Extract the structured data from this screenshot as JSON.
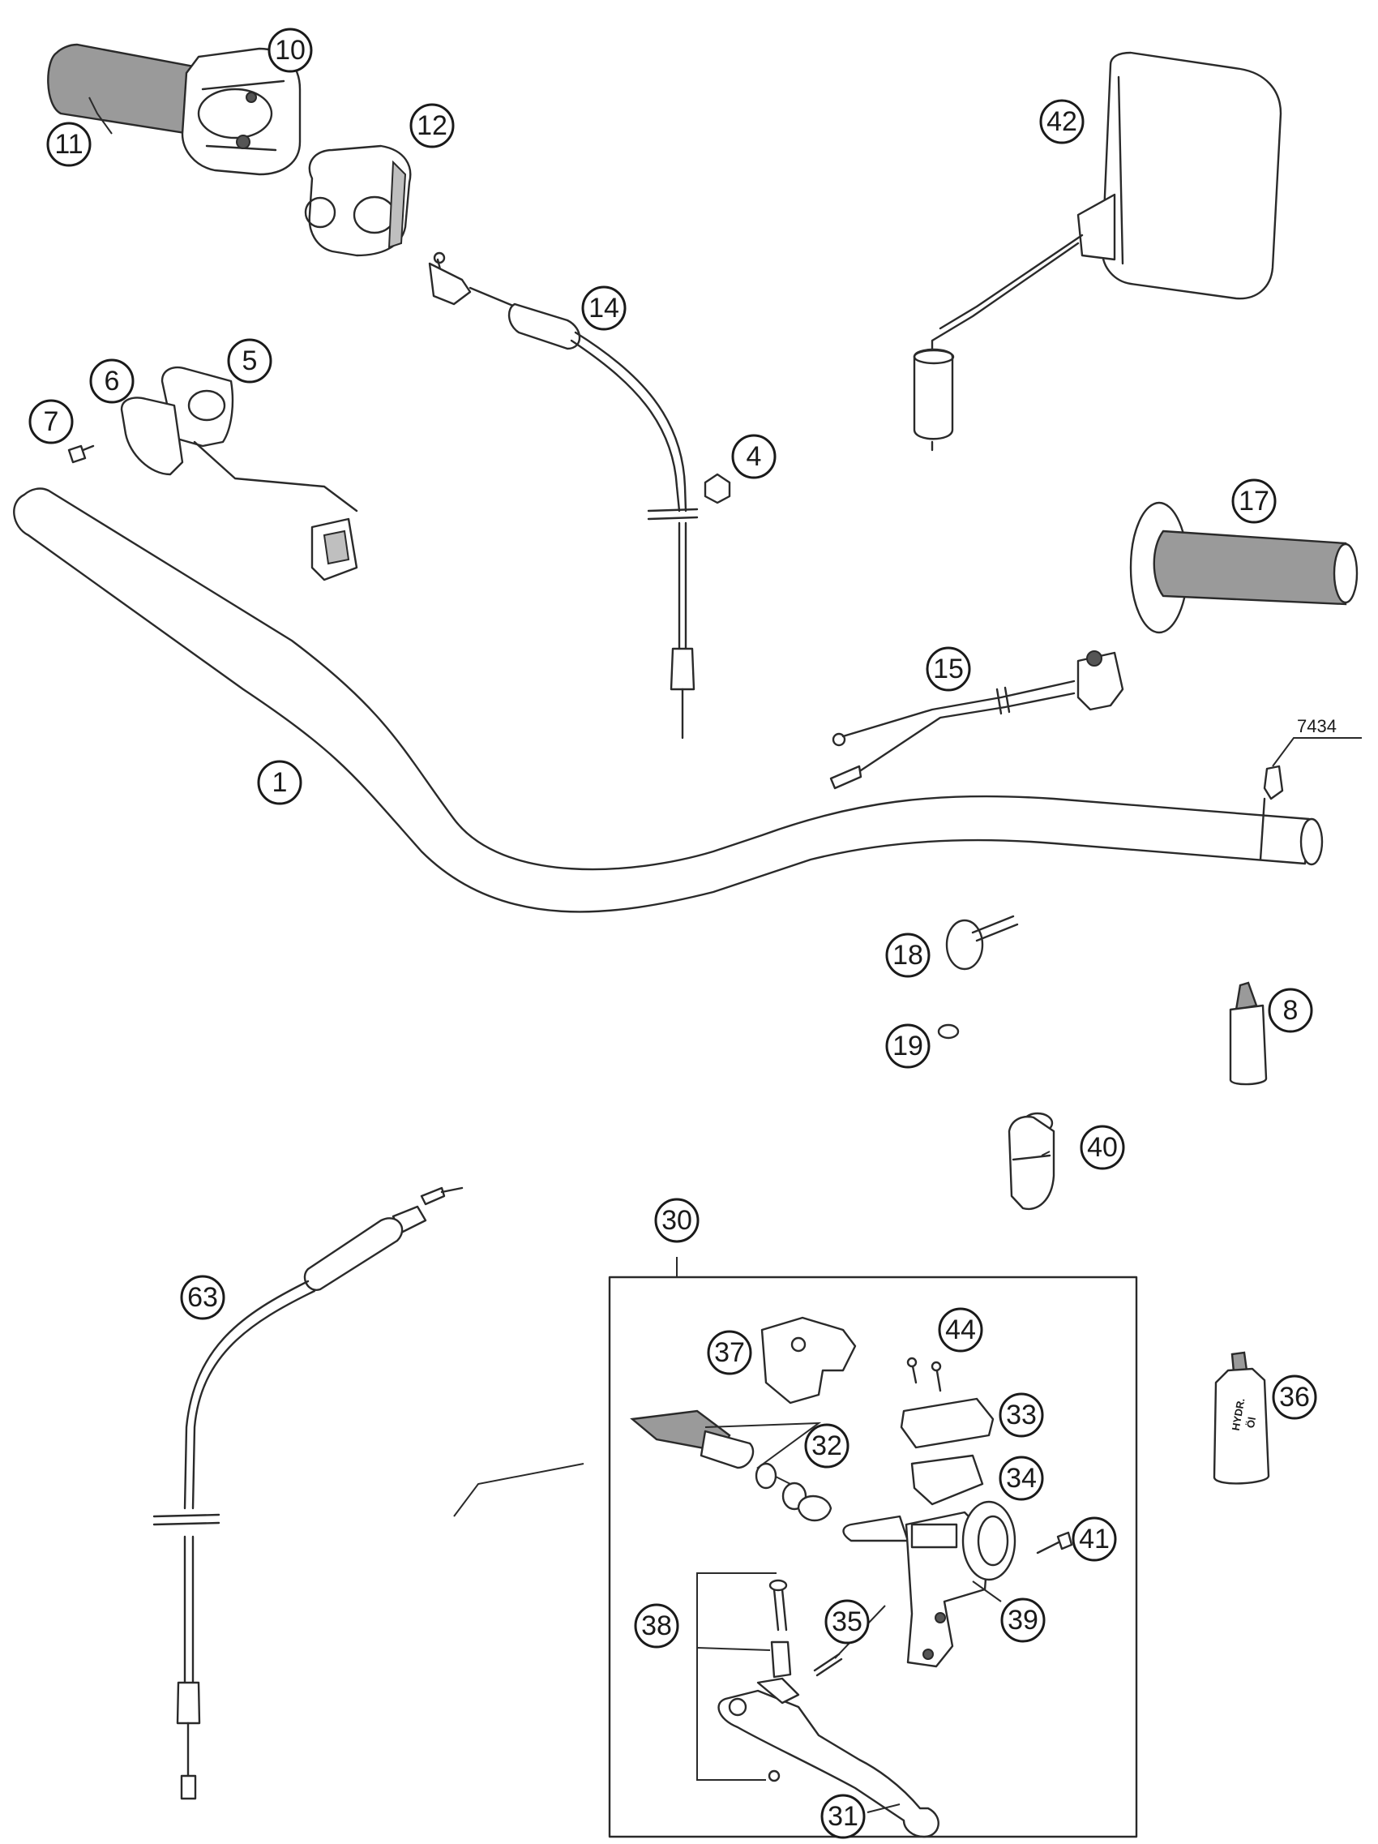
{
  "colors": {
    "line": "#2a2a2a",
    "background": "#ffffff",
    "shade": "#bfbfbf"
  },
  "callouts": [
    {
      "id": "1",
      "label": "1"
    },
    {
      "id": "4",
      "label": "4"
    },
    {
      "id": "5",
      "label": "5"
    },
    {
      "id": "6",
      "label": "6"
    },
    {
      "id": "7",
      "label": "7"
    },
    {
      "id": "8",
      "label": "8"
    },
    {
      "id": "10",
      "label": "10"
    },
    {
      "id": "11",
      "label": "11"
    },
    {
      "id": "12",
      "label": "12"
    },
    {
      "id": "14",
      "label": "14"
    },
    {
      "id": "15",
      "label": "15"
    },
    {
      "id": "17",
      "label": "17"
    },
    {
      "id": "18",
      "label": "18"
    },
    {
      "id": "19",
      "label": "19"
    },
    {
      "id": "30",
      "label": "30"
    },
    {
      "id": "31",
      "label": "31"
    },
    {
      "id": "32",
      "label": "32"
    },
    {
      "id": "33",
      "label": "33"
    },
    {
      "id": "34",
      "label": "34"
    },
    {
      "id": "35",
      "label": "35"
    },
    {
      "id": "36",
      "label": "36"
    },
    {
      "id": "37",
      "label": "37"
    },
    {
      "id": "38",
      "label": "38"
    },
    {
      "id": "39",
      "label": "39"
    },
    {
      "id": "40",
      "label": "40"
    },
    {
      "id": "41",
      "label": "41"
    },
    {
      "id": "42",
      "label": "42"
    },
    {
      "id": "44",
      "label": "44"
    },
    {
      "id": "63",
      "label": "63"
    }
  ],
  "reference_label": "7434",
  "oil_bottle_label": [
    "HYDR.",
    "Öl"
  ]
}
